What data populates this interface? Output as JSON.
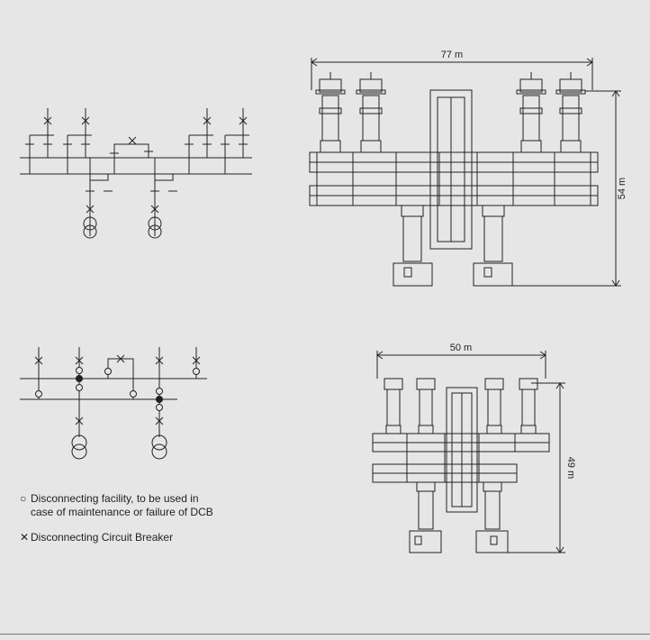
{
  "top_layout": {
    "width_label": "77 m",
    "height_label": "54 m"
  },
  "bottom_layout": {
    "width_label": "50 m",
    "height_label": "49 m"
  },
  "legend": {
    "item1_symbol": "○",
    "item1_line1": "Disconnecting facility, to be used in",
    "item1_line2": "case of maintenance or failure of DCB",
    "item2_symbol": "✕",
    "item2_text": "Disconnecting Circuit Breaker"
  },
  "colors": {
    "background": "#e6e6e6",
    "line": "#222222"
  }
}
